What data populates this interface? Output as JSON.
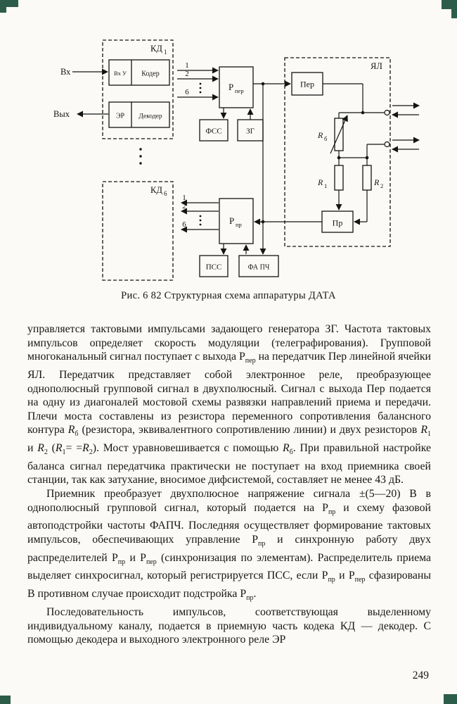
{
  "page": {
    "number": "249"
  },
  "figure": {
    "caption": "Рис. 6 82  Структурная схема аппаратуры ДАТА",
    "labels": {
      "vx": "Вх",
      "vyh": "Вых",
      "kd_main": "КД",
      "kd1_sub": "1",
      "kd6_sub": "6",
      "vhu": "Вх У",
      "koder": "Кодер",
      "er": "ЭР",
      "dekoder": "Декодер",
      "rper_main": "Р",
      "rper_sub": "пер",
      "rpr_main": "Р",
      "rpr_sub": "пр",
      "fss": "ФСС",
      "zg": "ЗГ",
      "per": "Пер",
      "pr": "Пр",
      "yal": "ЯЛ",
      "rb_main": "R",
      "rb_sub": "б",
      "r1_main": "R",
      "r1_sub": "1",
      "r2_main": "R",
      "r2_sub": "2",
      "pss": "ПСС",
      "fapch": "ФА ПЧ",
      "ch1": "1",
      "ch2": "2",
      "ch6": "6"
    }
  },
  "body": {
    "p1": "управляется тактовыми импульсами задающего генератора ЗГ. Частота тактовых импульсов определяет скорость модуляции (телеграфирования). Групповой многоканальный сигнал поступает с выхода Р<sub>пер</sub> на передатчик Пер линейной ячейки ЯЛ. Передатчик представляет собой электронное реле, преобразующее однополюсный групповой сигнал в двухполюсный. Сигнал с выхода Пер подается на одну из диагоналей мостовой схемы развязки направлений приема и передачи. Плечи моста составлены из резистора переменного сопротивления балансного контура <i>R</i><sub>б</sub> (резистора, эквивалентного сопротивлению линии) и двух резисторов <i>R</i><sub>1</sub> и <i>R</i><sub>2</sub> (<i>R</i><sub>1</sub>= =<i>R</i><sub>2</sub>). Мост уравновешивается с помощью <i>R</i><sub>б</sub>. При правильной настройке баланса сигнал передатчика практически не поступает на вход приемника своей станции, так как затухание, вносимое дифсистемой, составляет не менее 43 дБ.",
    "p2": "Приемник преобразует двухполюсное напряжение сигнала ±(5—20) В в однополюсный групповой сигнал, который подается на Р<sub>пр</sub> и схему фазовой автоподстройки частоты ФАПЧ. Последняя осуществляет формирование тактовых импульсов, обеспечивающих управление Р<sub>пр</sub> и синхронную работу двух распределителей Р<sub>пр</sub> и Р<sub>пер</sub> (синхронизация по элементам). Распределитель приема выделяет синхросигнал, который регистрируется ПСС, если Р<sub>пр</sub> и Р<sub>пер</sub> сфазированы В противном случае происходит подстройка Р<sub>пр</sub>.",
    "p3": "Последовательность импульсов, соответствующая выделенному индивидуальному каналу, подается в приемную часть кодека КД — декодер. С помощью декодера и выходного электронного реле ЭР"
  }
}
